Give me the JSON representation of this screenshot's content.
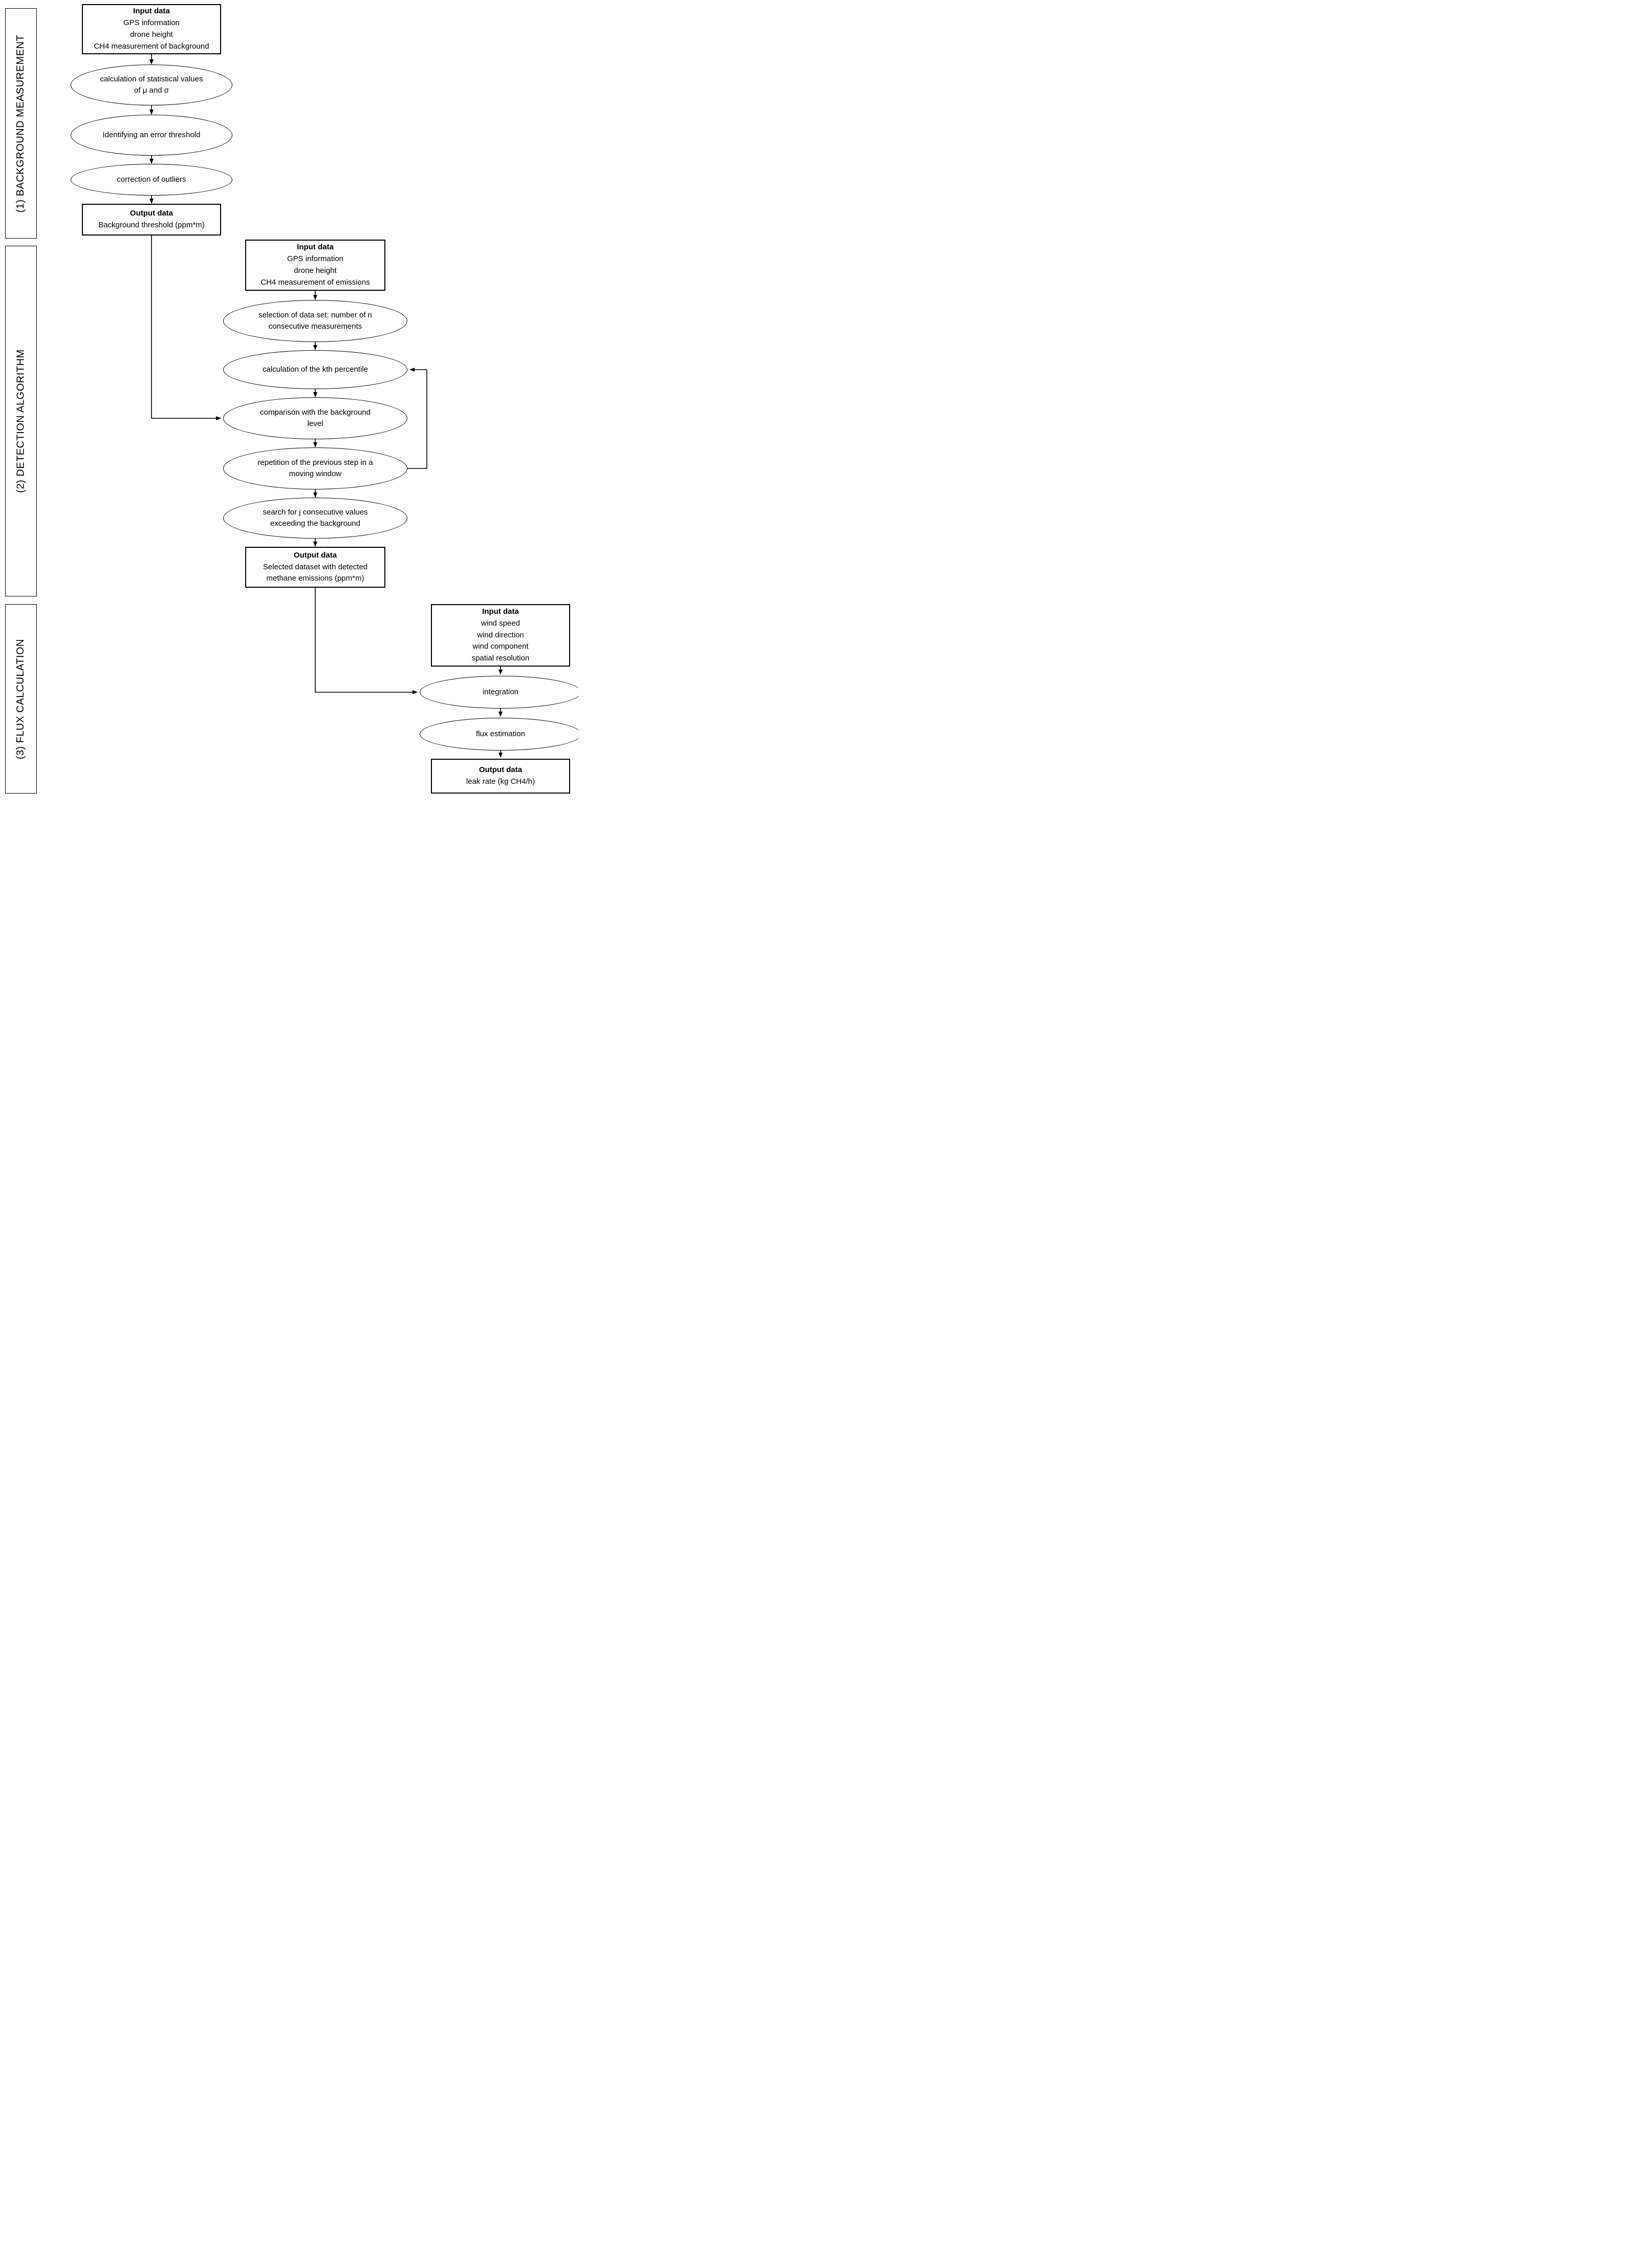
{
  "sidebar_sections": [
    {
      "label": "(1) BACKGROUND MEASUREMENT"
    },
    {
      "label": "(2) DETECTION ALGORITHM"
    },
    {
      "label": "(3) FLUX CALCULATION"
    }
  ],
  "background_measurement": {
    "input": {
      "title": "Input data",
      "lines": [
        "GPS information",
        "drone height",
        "CH4 measurement of background"
      ]
    },
    "steps": [
      "calculation of statistical values of μ and σ",
      "Identifying an error threshold",
      "correction of outliers"
    ],
    "output": {
      "title": "Output data",
      "lines": [
        "Background threshold (ppm*m)"
      ]
    }
  },
  "detection_algorithm": {
    "input": {
      "title": "Input data",
      "lines": [
        "GPS information",
        "drone height",
        "CH4 measurement of emissions"
      ]
    },
    "steps": [
      "selection of data set: number of n consecutive measurements",
      "calculation of the kth percentile",
      "comparison with the background level",
      "repetition of the previous step in a moving window",
      "search for j consecutive values exceeding the background"
    ],
    "output": {
      "title": "Output data",
      "lines": [
        "Selected dataset with detected methane emissions (ppm*m)"
      ]
    }
  },
  "flux_calculation": {
    "input": {
      "title": "Input data",
      "lines": [
        "wind speed",
        "wind direction",
        "wind component",
        "spatial resolution"
      ]
    },
    "steps": [
      "integration",
      "flux estimation"
    ],
    "output": {
      "title": "Output data",
      "lines": [
        "leak rate (kg CH4/h)"
      ]
    }
  },
  "colors": {
    "stroke": "#000000",
    "background": "#ffffff"
  }
}
